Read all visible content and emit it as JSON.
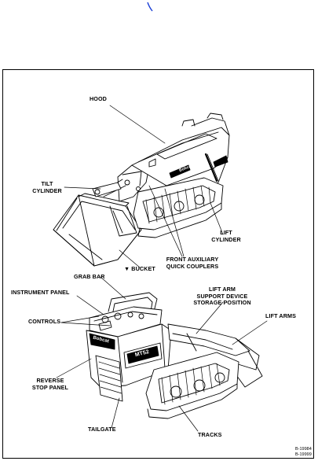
{
  "labels": {
    "hood": "HOOD",
    "tilt_cylinder": [
      "TILT",
      "CYLINDER"
    ],
    "lift_cylinder": [
      "LIFT",
      "CYLINDER"
    ],
    "front_aux_couplers": [
      "FRONT AUXILIARY",
      "QUICK COUPLERS"
    ],
    "bucket": "▼ BUCKET",
    "grab_bar": "GRAB BAR",
    "instrument_panel": "INSTRUMENT PANEL",
    "lift_arm_support": [
      "LIFT ARM",
      "SUPPORT DEVICE",
      "STORAGE POSITION"
    ],
    "controls": "CONTROLS",
    "lift_arms": "LIFT ARMS",
    "reverse_stop_panel": [
      "REVERSE",
      "STOP PANEL"
    ],
    "tailgate": "TAILGATE",
    "tracks": "TRACKS"
  },
  "decals": {
    "brand": "Bobcat",
    "model": "MT52"
  },
  "figure_numbers": [
    "B-19984",
    "B-19999"
  ],
  "colors": {
    "ink": "#000000",
    "accent_mark": "#1a3fd6"
  }
}
